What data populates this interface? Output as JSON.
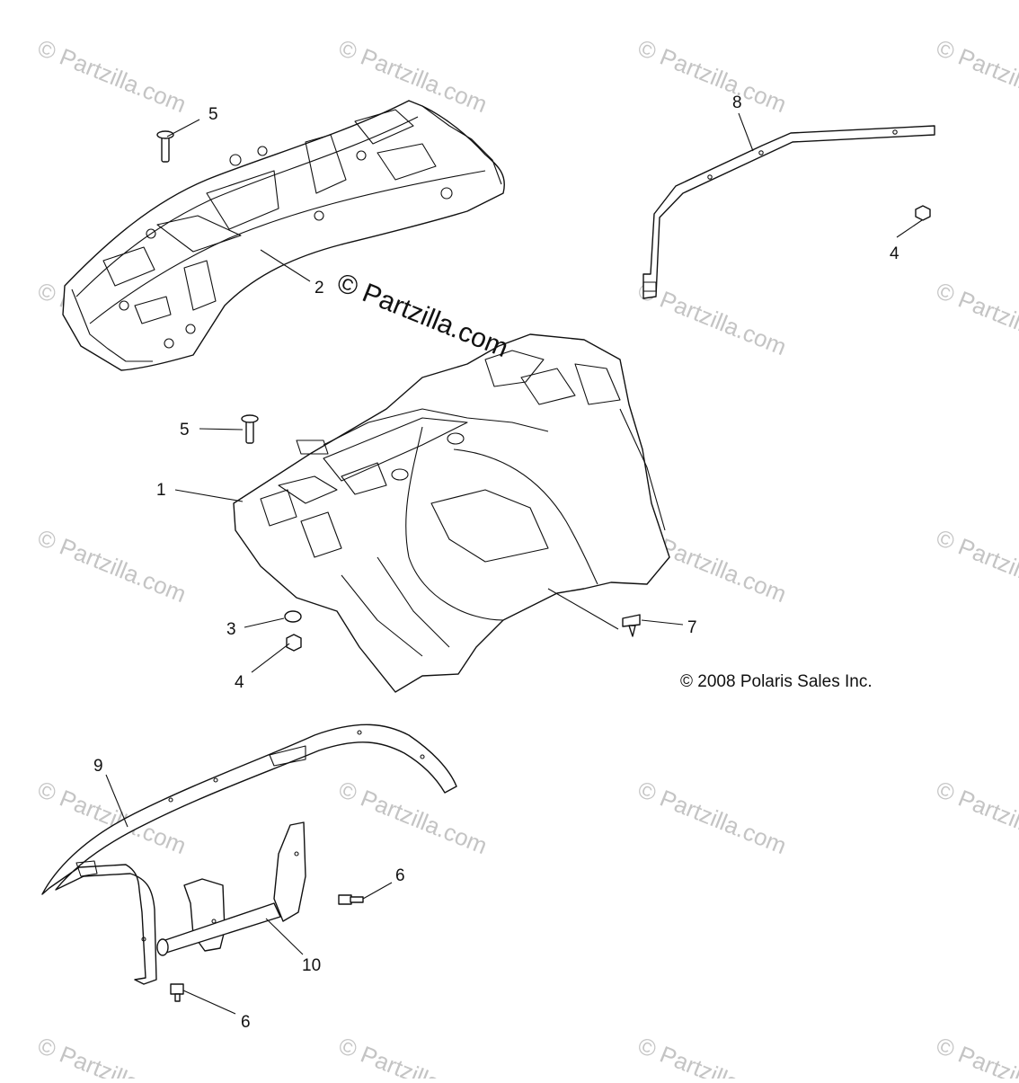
{
  "diagram": {
    "center_watermark": "© Partzilla.com",
    "copyright": "© 2008 Polaris Sales Inc.",
    "tile_watermark": "© Partzilla.com",
    "callouts": [
      {
        "id": "c1",
        "label": "1"
      },
      {
        "id": "c2",
        "label": "2"
      },
      {
        "id": "c3",
        "label": "3"
      },
      {
        "id": "c4a",
        "label": "4"
      },
      {
        "id": "c4b",
        "label": "4"
      },
      {
        "id": "c5a",
        "label": "5"
      },
      {
        "id": "c5b",
        "label": "5"
      },
      {
        "id": "c6a",
        "label": "6"
      },
      {
        "id": "c6b",
        "label": "6"
      },
      {
        "id": "c7",
        "label": "7"
      },
      {
        "id": "c8",
        "label": "8"
      },
      {
        "id": "c9",
        "label": "9"
      },
      {
        "id": "c10",
        "label": "10"
      }
    ]
  }
}
